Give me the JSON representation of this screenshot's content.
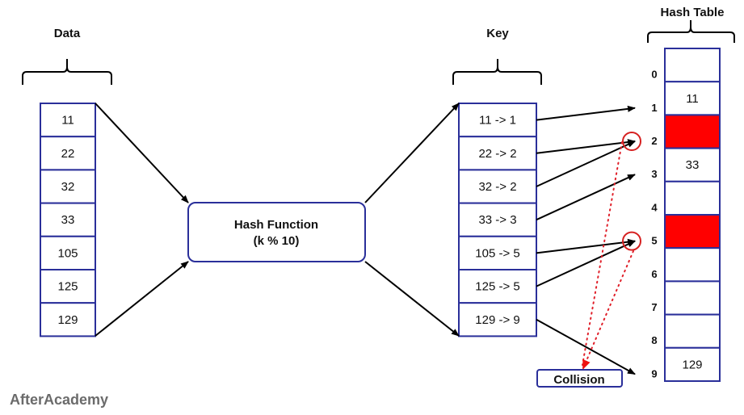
{
  "titles": {
    "data": "Data",
    "key": "Key",
    "hash_table": "Hash Table"
  },
  "data_items": [
    "11",
    "22",
    "32",
    "33",
    "105",
    "125",
    "129"
  ],
  "hash_function": {
    "line1": "Hash Function",
    "line2": "(k % 10)"
  },
  "key_items": [
    "11 -> 1",
    "22 -> 2",
    "32 -> 2",
    "33 -> 3",
    "105 -> 5",
    "125 -> 5",
    "129 -> 9"
  ],
  "key_targets": [
    1,
    2,
    2,
    3,
    5,
    5,
    9
  ],
  "hash_table": {
    "indices": [
      "0",
      "1",
      "2",
      "3",
      "4",
      "5",
      "6",
      "7",
      "8",
      "9"
    ],
    "values": [
      "",
      "11",
      "",
      "33",
      "",
      "",
      "",
      "",
      "",
      "129"
    ],
    "collision_slots": [
      2,
      5
    ]
  },
  "collision_label": "Collision",
  "brand": "AfterAcademy",
  "colors": {
    "box_border": "#2a2f9a",
    "collision_fill": "#ff0000",
    "collision_circle": "#d62020",
    "arrow": "#000000",
    "dotted": "#e0202a",
    "brand_text": "#6b6b6b"
  }
}
